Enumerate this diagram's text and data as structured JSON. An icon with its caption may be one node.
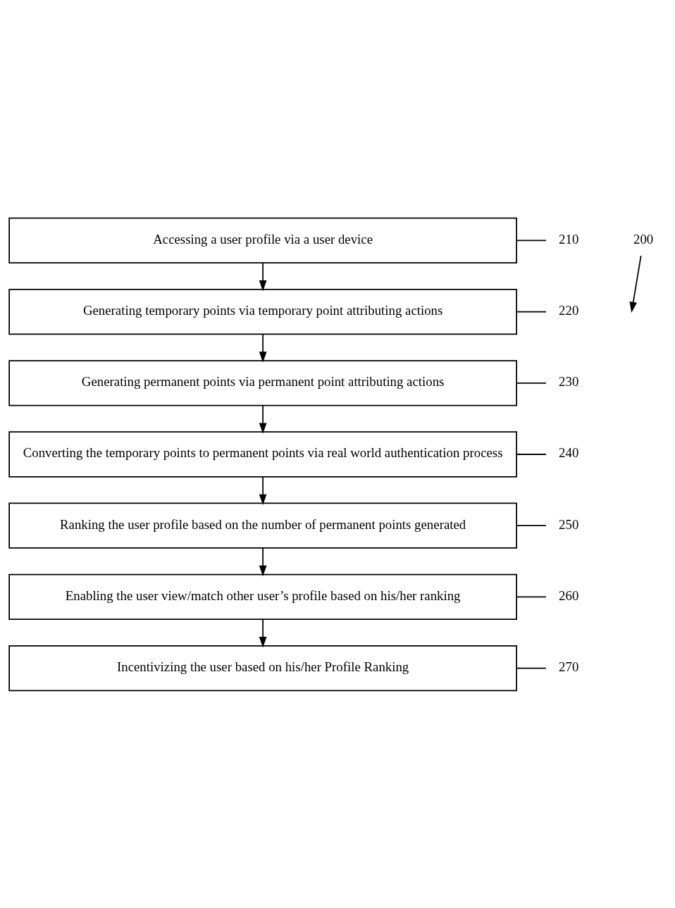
{
  "diagram": {
    "nodes": [
      {
        "text": [
          "Accessing a user profile via a user device"
        ]
      },
      {
        "text": [
          "Generating temporary points via temporary point attributing actions"
        ]
      },
      {
        "text": [
          "Generating permanent points via permanent point attributing actions"
        ]
      },
      {
        "text": [
          "Converting the temporary points to permanent points via real world authentication process"
        ]
      },
      {
        "text": [
          "Ranking the user profile based on the number of permanent points generated"
        ]
      },
      {
        "text": [
          "Enabling the user view/match other user’s profile based on his/her ranking"
        ]
      },
      {
        "text": [
          "Incentivizing the user based on his/her Profile Ranking"
        ]
      },
      {
        "text": [
          "210"
        ]
      },
      {
        "text": [
          "220"
        ]
      },
      {
        "text": [
          "230"
        ]
      },
      {
        "text": [
          "240"
        ]
      },
      {
        "text": [
          "250"
        ]
      },
      {
        "text": [
          "260"
        ]
      },
      {
        "text": [
          "270"
        ]
      },
      {
        "text": [
          "200"
        ]
      }
    ],
    "edges": [
      {
        "from": 0,
        "to": 1,
        "arrow": "to"
      },
      {
        "from": 1,
        "to": 2,
        "arrow": "to"
      },
      {
        "from": 2,
        "to": 3,
        "arrow": "to"
      },
      {
        "from": 3,
        "to": 4,
        "arrow": "to"
      },
      {
        "from": 4,
        "to": 5,
        "arrow": "to"
      },
      {
        "from": 5,
        "to": 6,
        "arrow": "to"
      },
      {
        "from": 0,
        "to": 7,
        "arrow": "none"
      },
      {
        "from": 1,
        "to": 8,
        "arrow": "none"
      },
      {
        "from": 2,
        "to": 9,
        "arrow": "none"
      },
      {
        "from": 3,
        "to": 10,
        "arrow": "none"
      },
      {
        "from": 4,
        "to": 11,
        "arrow": "none"
      },
      {
        "from": 5,
        "to": 12,
        "arrow": "none"
      },
      {
        "from": 6,
        "to": 13,
        "arrow": "none"
      },
      {
        "from": 14,
        "to": null,
        "arrow": "to"
      }
    ]
  }
}
